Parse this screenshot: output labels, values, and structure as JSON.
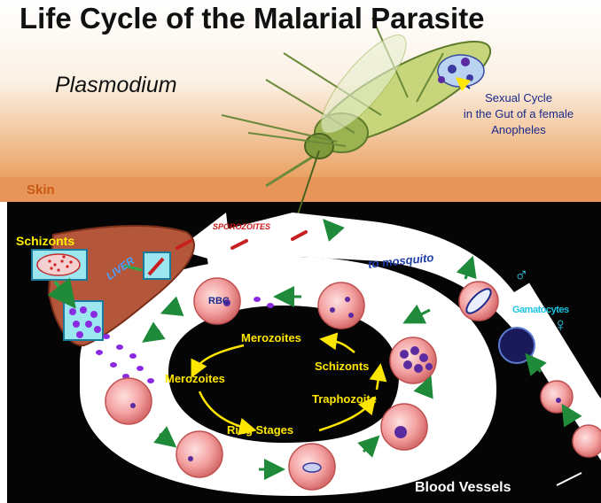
{
  "title": "Life Cycle of the Malarial Parasite",
  "genus": "Plasmodium",
  "sexual_cycle": {
    "line1": "Sexual Cycle",
    "line2": "in the Gut of a female",
    "line3": "Anopheles"
  },
  "labels": {
    "skin": "Skin",
    "sporozoites": "SPOROZOITES",
    "to_mosquito": "to mosquito",
    "gametocytes": "Gamatocytes",
    "male_symbol": "♂",
    "female_symbol": "♀",
    "schizonts_liver": "Schizonts",
    "liver": "LIVER",
    "rbc": "RBC",
    "merozoites_top": "Merozoites",
    "schizonts_ring": "Schizonts",
    "merozoites_left": "Merozoites",
    "traphozoite": "Traphozoite",
    "ring_stages": "Ring Stages",
    "blood_vessels": "Blood Vessels"
  },
  "colors": {
    "sky_top": "#ffffff",
    "sky_bottom": "#e8a55c",
    "skin_band": "#e89a55",
    "tissue": "#050505",
    "liver": "#b4563a",
    "vessel": "#ffffff",
    "rbc": "#f2a0a0",
    "parasite": "#8a2be2",
    "label_yellow": "#ffe600"
  }
}
